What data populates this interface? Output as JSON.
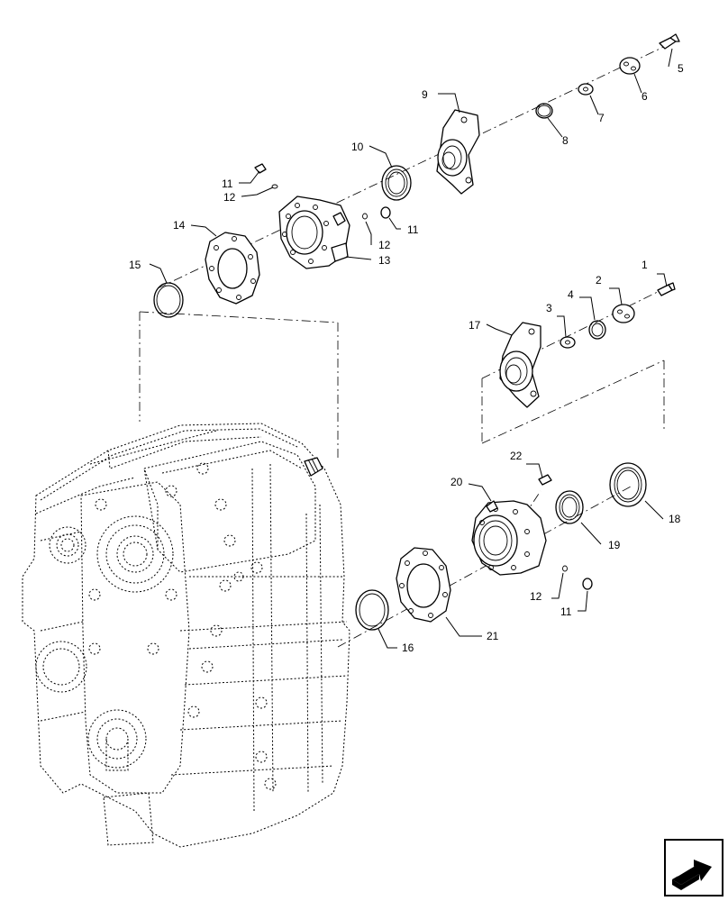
{
  "callouts": [
    "1",
    "2",
    "3",
    "4",
    "5",
    "6",
    "7",
    "8",
    "9",
    "10",
    "11",
    "12",
    "13",
    "14",
    "15",
    "16",
    "17",
    "18",
    "19",
    "20",
    "21",
    "22"
  ],
  "labels": {
    "c1": "1",
    "c2": "2",
    "c3": "3",
    "c4": "4",
    "c5": "5",
    "c6": "6",
    "c7": "7",
    "c8": "8",
    "c9": "9",
    "c10": "10",
    "c11a": "11",
    "c11b": "11",
    "c11c": "11",
    "c12a": "12",
    "c12b": "12",
    "c12c": "12",
    "c13": "13",
    "c14": "14",
    "c15": "15",
    "c16": "16",
    "c17": "17",
    "c18": "18",
    "c19": "19",
    "c20": "20",
    "c21": "21",
    "c22": "22"
  },
  "nav_icon": "next-page-arrow-icon"
}
